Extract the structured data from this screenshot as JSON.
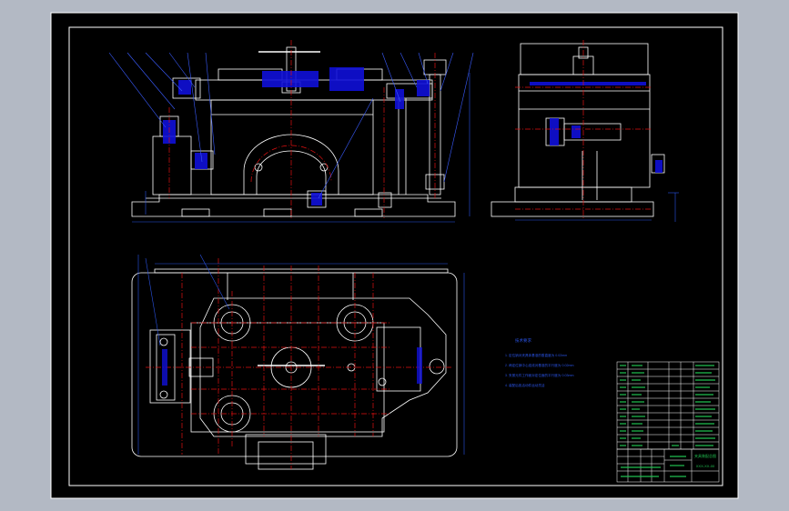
{
  "colors": {
    "viewport_bg": "#b3b9c4",
    "sheet_bg": "#000000",
    "line": "#ffffff",
    "center_line": "#e01010",
    "hatch": "#1010d8",
    "dimension": "#2a54e8",
    "table_text": "#20c050",
    "leader": "#3a5cff"
  },
  "title_block": {
    "main_title": "夹具装配总图",
    "sub_title": "XXX-XX-00"
  },
  "technical_requirements": {
    "heading": "技术要求",
    "items": [
      "1. 定位销对夹具体基准的垂直度为 0.02mm",
      "2. 两定位销中心连线对基准的平行度为 0.02mm",
      "3. 夹紧元件工作面对定位面的平行度为 0.03mm",
      "4. 装配后各活动件运动灵活"
    ]
  }
}
